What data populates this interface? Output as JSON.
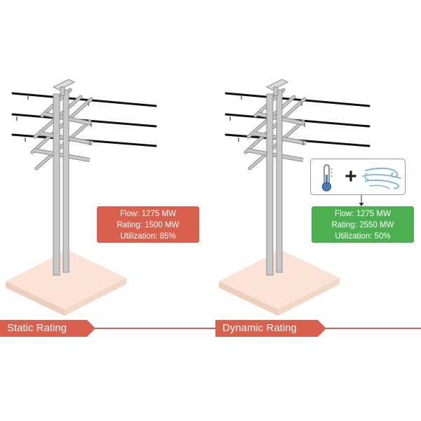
{
  "colors": {
    "static": "#d9604c",
    "dynamic": "#4caf50",
    "pedestal_top": "#fbe4d5",
    "pedestal_left": "#eccfbd",
    "pedestal_right": "#f3d8c7",
    "pole": "#c8c8c8",
    "pole_edge": "#8c8c8c",
    "wire": "#111111",
    "thermometer": "#3d7fc4",
    "wind": "#7fb6de"
  },
  "panels": [
    {
      "id": "static",
      "label": "Static Rating",
      "flow": "Flow: 1275 MW",
      "rating": "Rating: 1500 MW",
      "utilization": "Utilization: 85%"
    },
    {
      "id": "dynamic",
      "label": "Dynamic Rating",
      "flow": "Flow: 1275 MW",
      "rating": "Rating: 2550 MW",
      "utilization": "Utilization: 50%"
    }
  ],
  "weather": {
    "plus": "+",
    "icons": [
      "thermometer-icon",
      "wind-icon"
    ]
  }
}
